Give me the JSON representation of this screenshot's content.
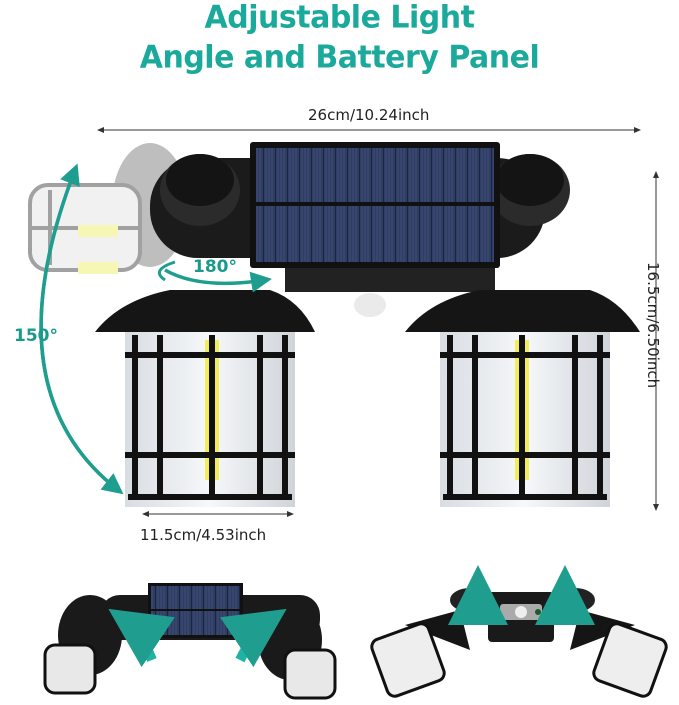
{
  "title": {
    "line1": "Adjustable Light",
    "line2": "Angle and Battery Panel",
    "color": "#1aa99b"
  },
  "dimensions": {
    "width": "26cm/10.24inch",
    "height": "16.5cm/6.50inch",
    "lamp_width": "11.5cm/4.53inch"
  },
  "angles": {
    "tilt": "150°",
    "rotate": "180°",
    "arrow_color": "#1f9e90"
  },
  "product": {
    "name": "Solar wall lantern, double head",
    "views": [
      "front-main",
      "top-angled-bottom-left",
      "rear-sensor-bottom-right"
    ]
  }
}
